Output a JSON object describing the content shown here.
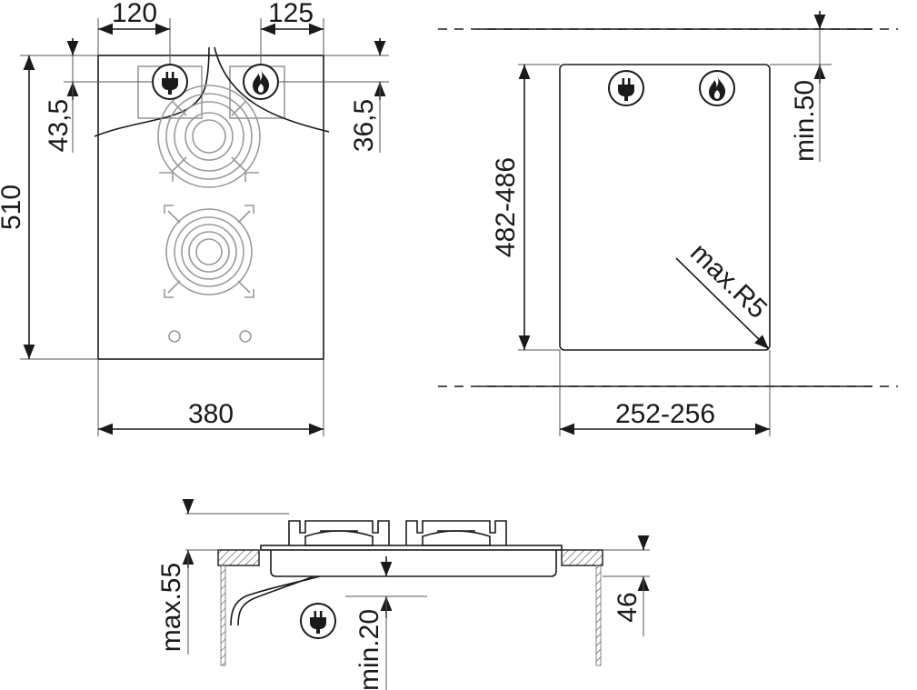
{
  "top_view": {
    "width_label": "380",
    "height_label": "510",
    "left_offset_label": "120",
    "right_offset_label": "125",
    "left_drop_label": "43,5",
    "right_drop_label": "36,5"
  },
  "cutout": {
    "width_label": "252-256",
    "height_label": "482-486",
    "clearance_label": "min.50",
    "radius_label": "max.R5"
  },
  "section": {
    "height_label": "max.55",
    "clearance_label": "min.20",
    "worktop_label": "46"
  },
  "icons": [
    "plug-icon",
    "flame-icon"
  ]
}
